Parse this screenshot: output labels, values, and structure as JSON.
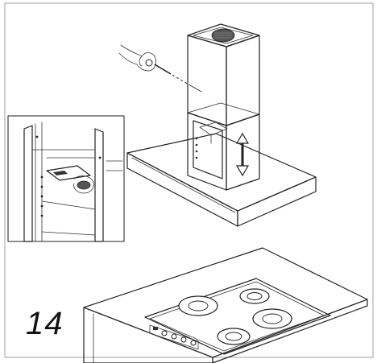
{
  "figure": {
    "step_number": "14",
    "colors": {
      "line": "#222222",
      "background": "#ffffff",
      "shading": "#444444"
    }
  },
  "parts": {
    "hood_chimney": "hood-chimney",
    "hood_canopy": "hood-canopy",
    "lower_frame": "lower-frame",
    "adjust_arrow": "double-arrow-icon",
    "hand_screwdriver": "hand-with-screwdriver-icon",
    "detail_inset": "detail-inset",
    "hob": "cooktop",
    "counter": "kitchen-counter"
  }
}
